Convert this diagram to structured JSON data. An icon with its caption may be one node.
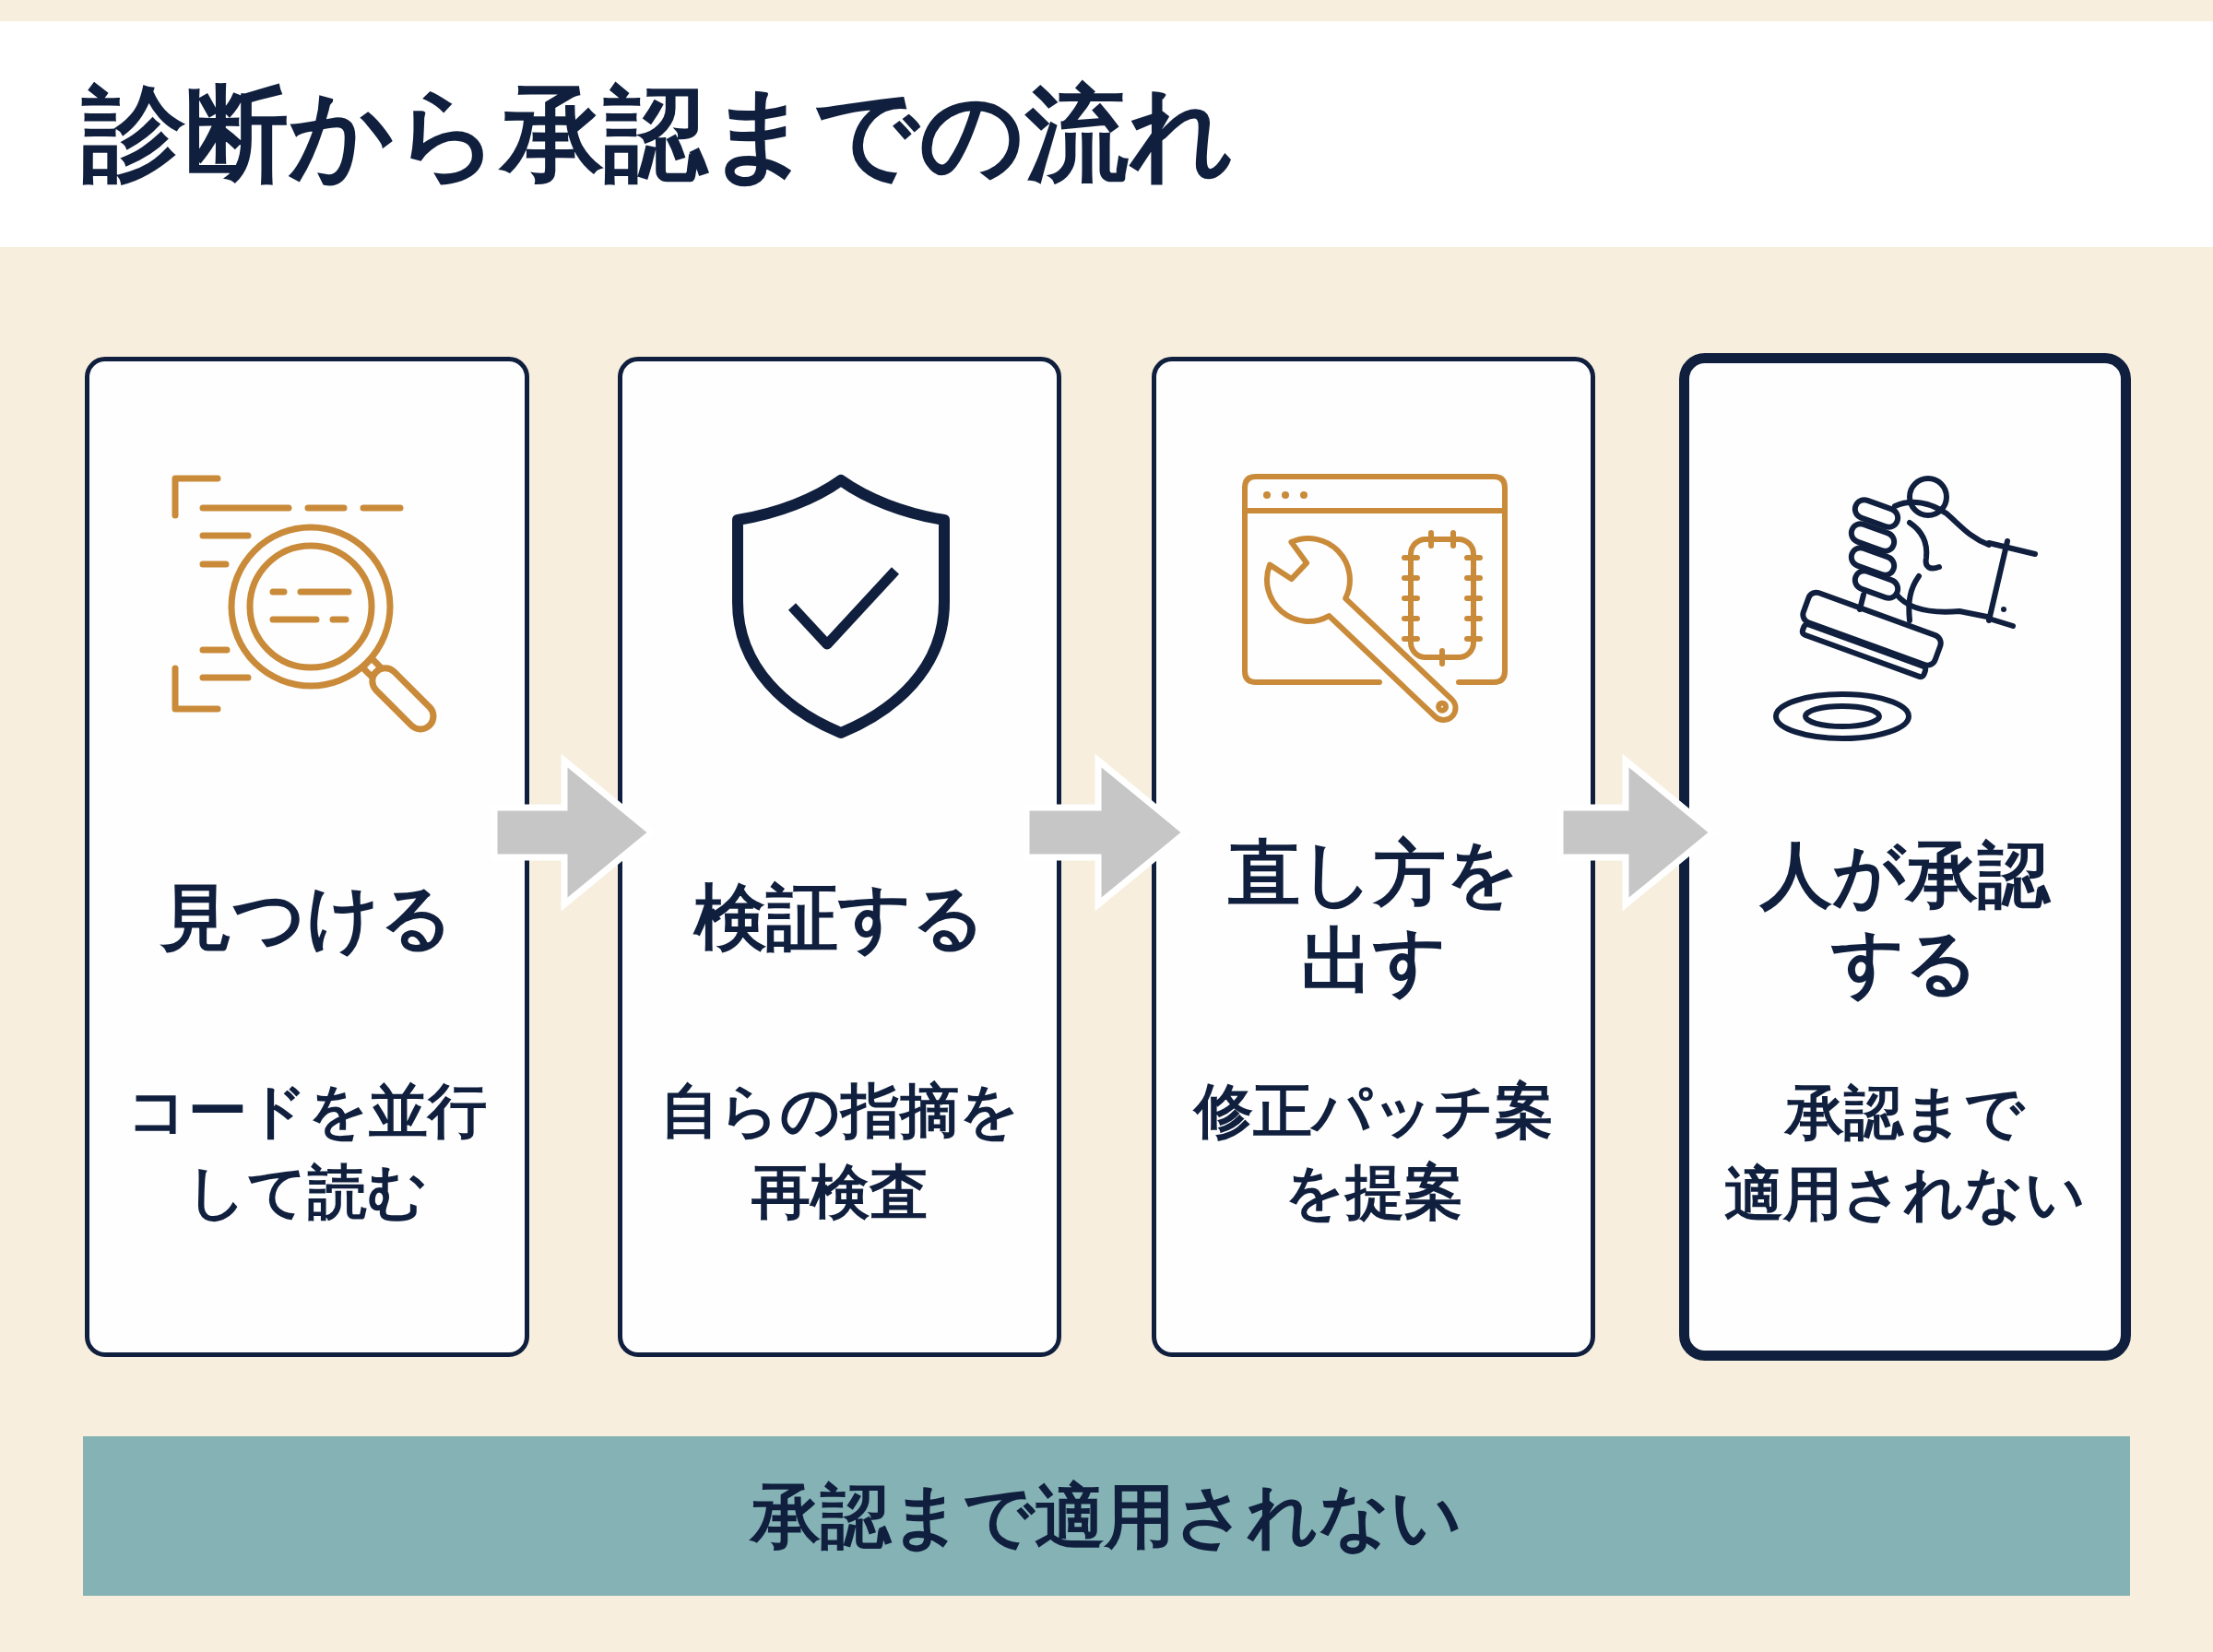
{
  "diagram": {
    "title": "診断から承認までの流れ",
    "nodes": [
      {
        "text": [
          "見つける",
          "コードを並行して読む"
        ]
      },
      {
        "text": [
          "検証する",
          "自らの指摘を再検査"
        ]
      },
      {
        "text": [
          "直し方を出す",
          "修正パッチ案を提案"
        ]
      },
      {
        "text": [
          "人が承認する",
          "承認まで適用されない"
        ]
      },
      {
        "text": [
          "承認まで適用されない"
        ]
      }
    ],
    "edges": [
      {
        "from": 0,
        "to": 1,
        "arrow": "to"
      },
      {
        "from": 1,
        "to": 2,
        "arrow": "to"
      },
      {
        "from": 2,
        "to": 3,
        "arrow": "to"
      }
    ]
  }
}
